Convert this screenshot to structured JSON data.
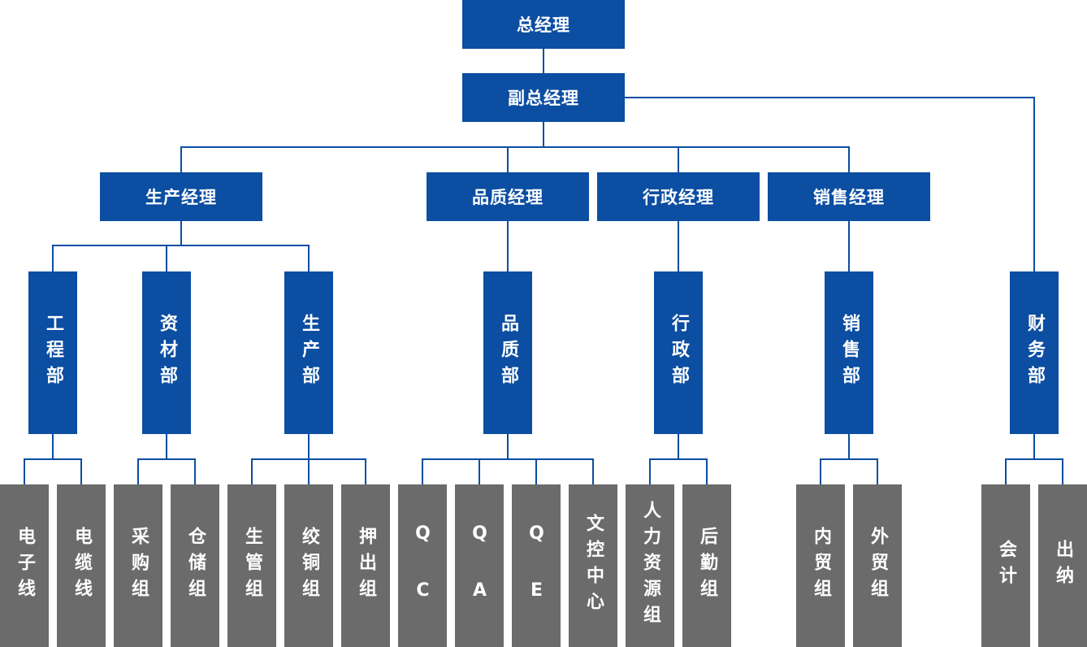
{
  "colors": {
    "manager_box": "#0b4ea2",
    "team_box": "#6b6b6b",
    "connector": "#0b4ea2",
    "text": "#ffffff"
  },
  "org_chart": {
    "general_manager": "总经理",
    "deputy_general_manager": "副总经理",
    "managers": {
      "production_manager": "生产经理",
      "quality_manager": "品质经理",
      "admin_manager": "行政经理",
      "sales_manager": "销售经理"
    },
    "departments": {
      "engineering": "工程部",
      "materials": "资材部",
      "production": "生产部",
      "quality": "品质部",
      "admin": "行政部",
      "sales": "销售部",
      "finance": "财务部"
    },
    "teams": {
      "electronic_wire": "电子线",
      "cable_wire": "电缆线",
      "purchasing_team": "采购组",
      "warehouse_team": "仓储组",
      "production_management_team": "生管组",
      "stranded_copper_team": "绞铜组",
      "extrusion_team": "押出组",
      "qc": "Q C",
      "qa": "Q A",
      "qe": "Q E",
      "document_control_center": "文控中心",
      "hr_team": "人力资源组",
      "logistics_team": "后勤组",
      "domestic_trade_team": "内贸组",
      "foreign_trade_team": "外贸组",
      "accounting": "会计",
      "cashier": "出纳"
    }
  }
}
